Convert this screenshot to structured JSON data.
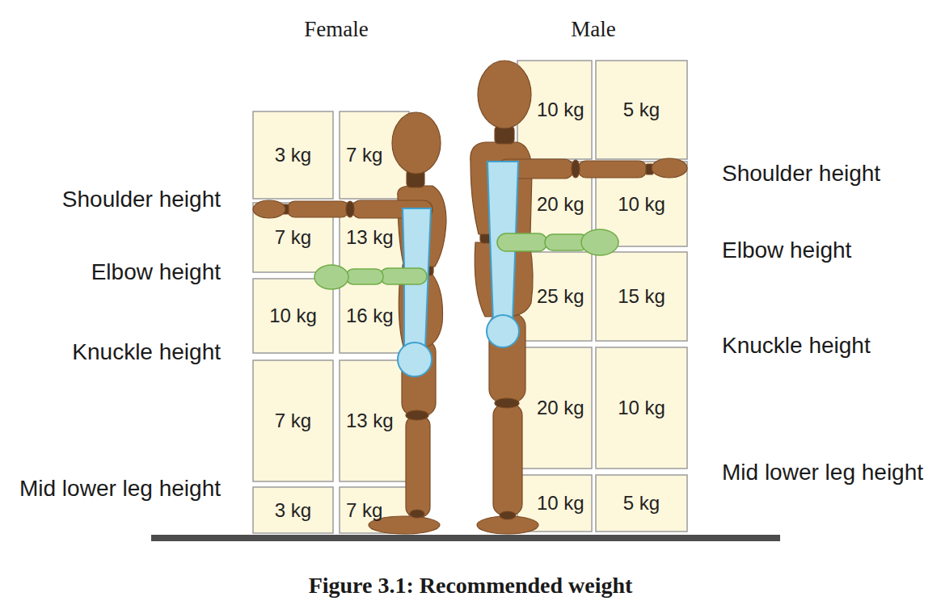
{
  "diagram": {
    "caption": "Figure 3.1: Recommended weight",
    "nodes": [
      {
        "text": [
          "3 kg"
        ]
      },
      {
        "text": [
          "7 kg"
        ]
      },
      {
        "text": [
          "7 kg"
        ]
      },
      {
        "text": [
          "13 kg"
        ]
      },
      {
        "text": [
          "10 kg"
        ]
      },
      {
        "text": [
          "16 kg"
        ]
      },
      {
        "text": [
          "7 kg"
        ]
      },
      {
        "text": [
          "13 kg"
        ]
      },
      {
        "text": [
          "3 kg"
        ]
      },
      {
        "text": [
          "7 kg"
        ]
      },
      {
        "text": [
          "10 kg"
        ]
      },
      {
        "text": [
          "5 kg"
        ]
      },
      {
        "text": [
          "20 kg"
        ]
      },
      {
        "text": [
          "10 kg"
        ]
      },
      {
        "text": [
          "25 kg"
        ]
      },
      {
        "text": [
          "15 kg"
        ]
      },
      {
        "text": [
          "20 kg"
        ]
      },
      {
        "text": [
          "10 kg"
        ]
      },
      {
        "text": [
          "10 kg"
        ]
      },
      {
        "text": [
          "5 kg"
        ]
      }
    ],
    "labels": [
      "Female",
      "Male",
      "Shoulder height",
      "Elbow height",
      "Knuckle height",
      "Mid lower leg height",
      "Shoulder height",
      "Elbow height",
      "Knuckle height",
      "Mid lower leg height"
    ]
  }
}
